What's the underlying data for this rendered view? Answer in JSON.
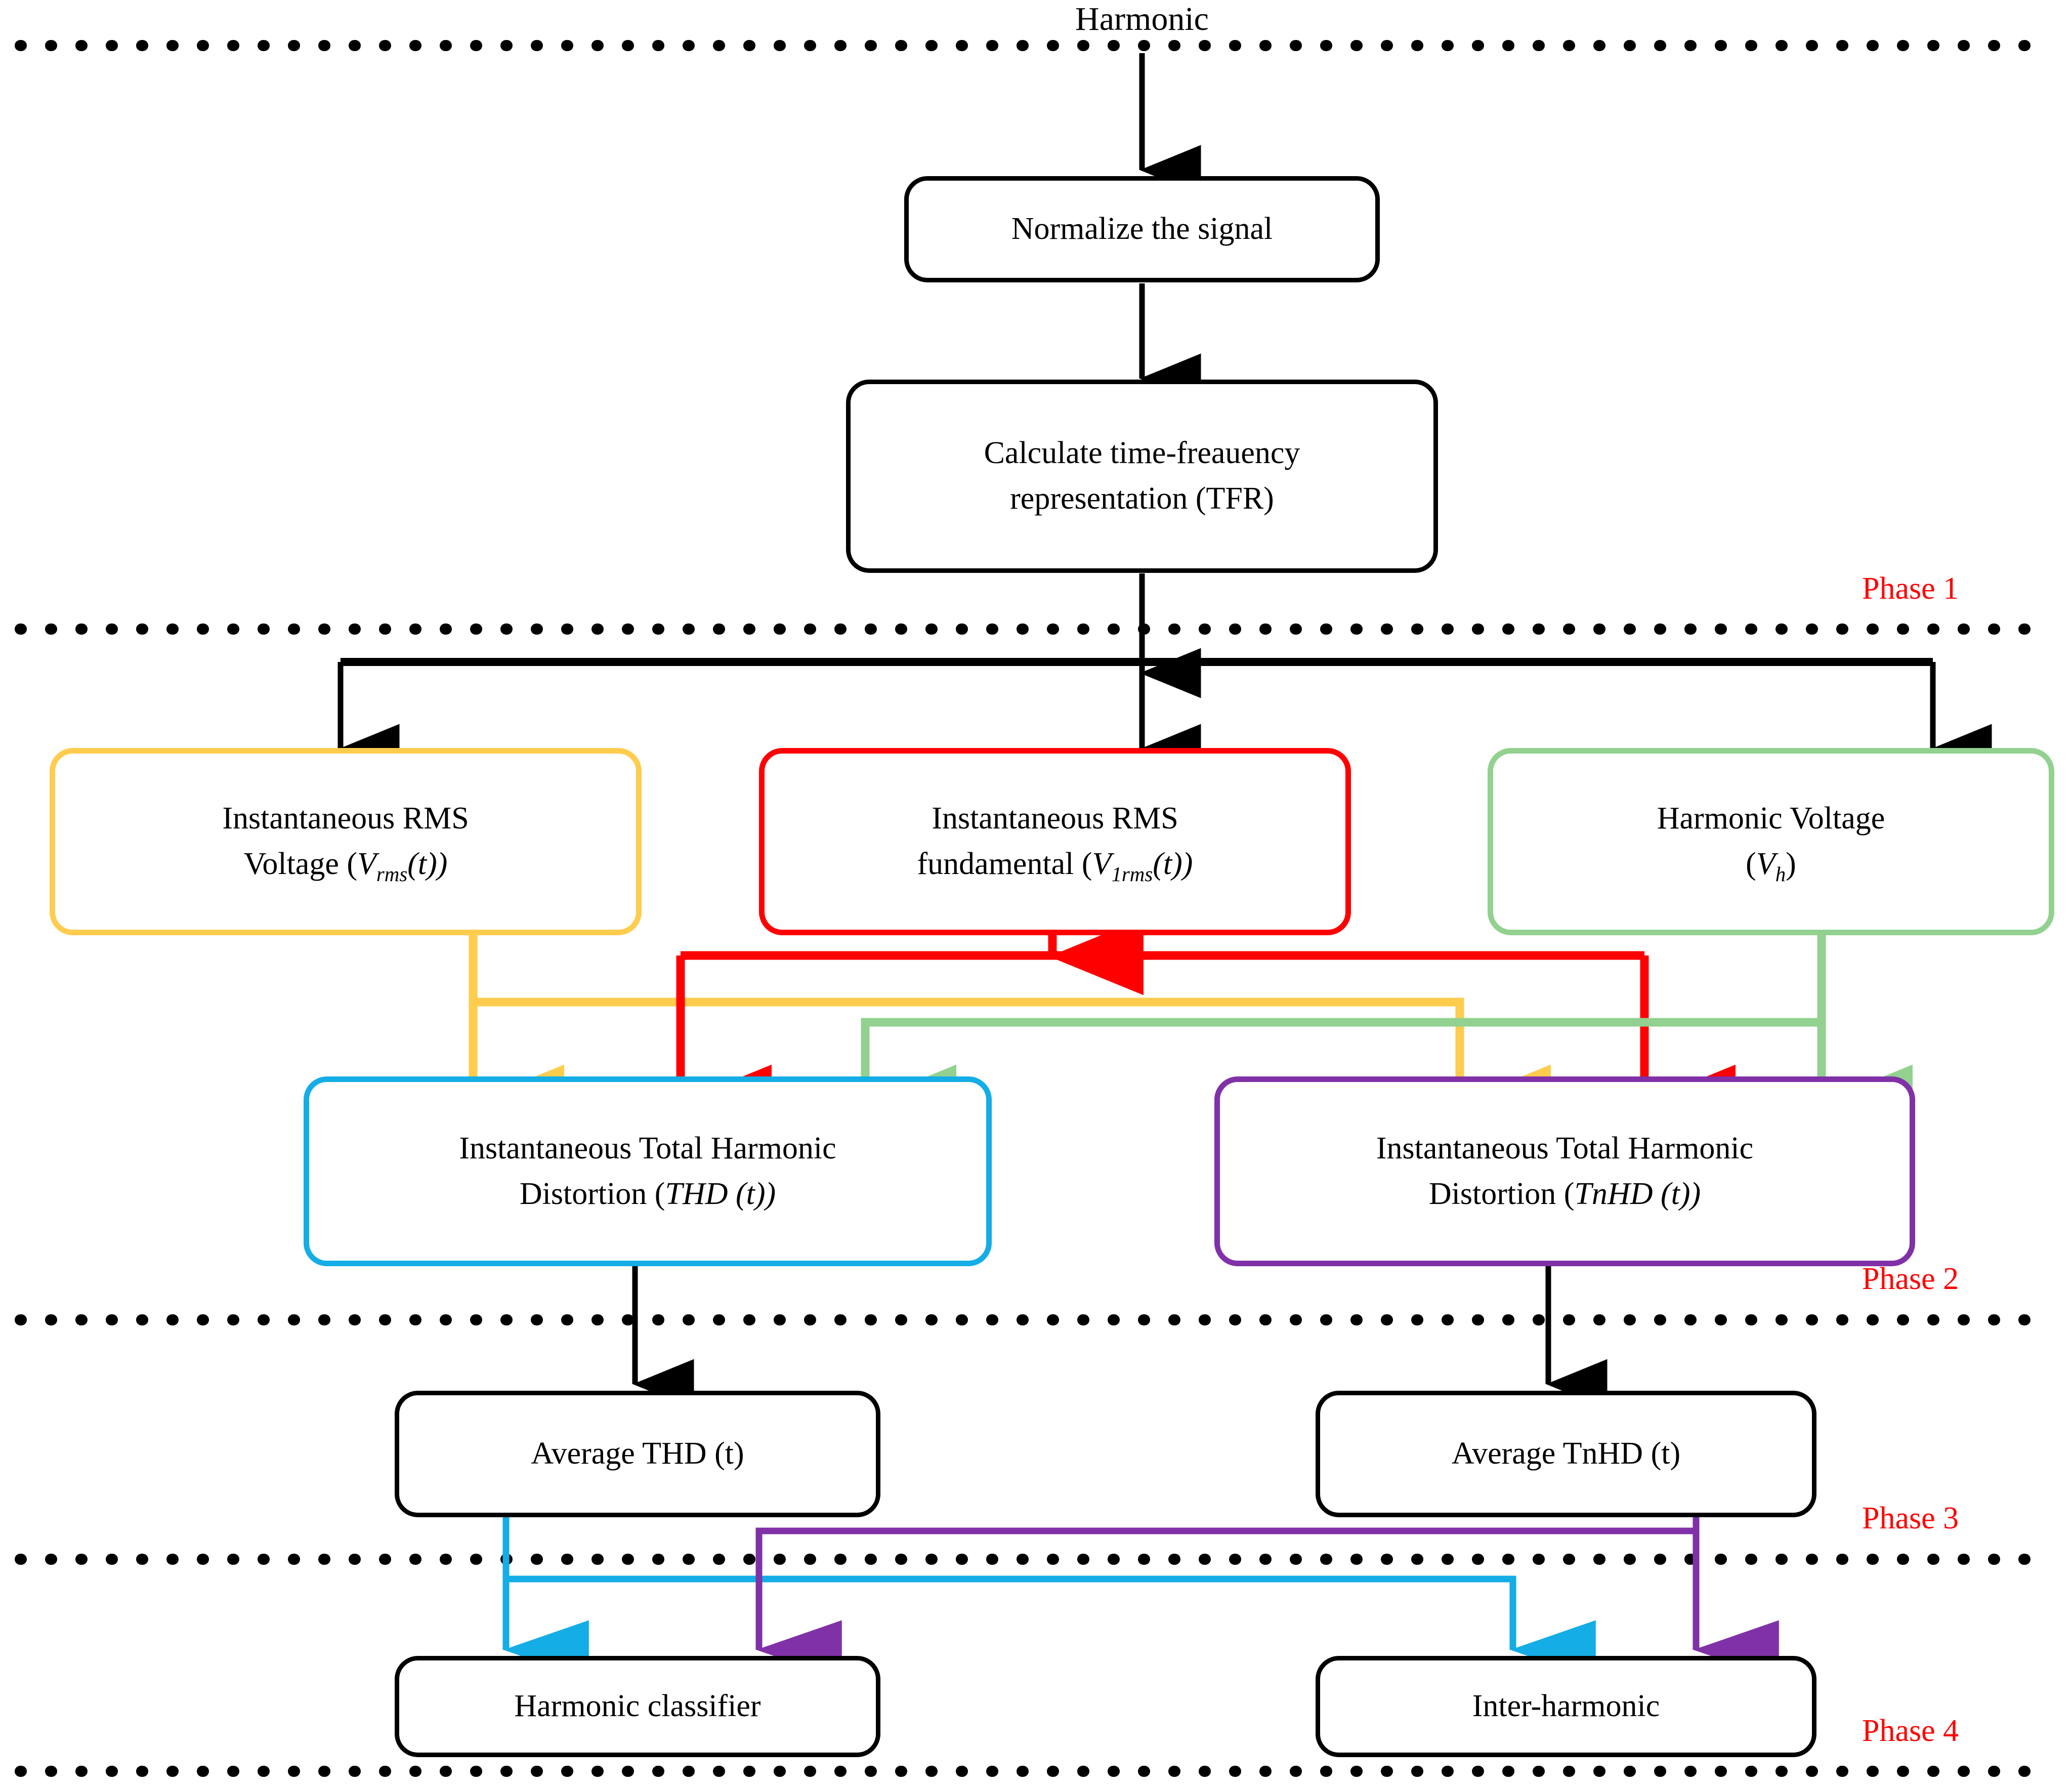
{
  "title": "Harmonic analysis phased flowchart",
  "colors": {
    "black": "#000000",
    "yellow": "#FFCC4D",
    "red": "#FF0000",
    "green": "#92D18F",
    "cyan": "#14ADE5",
    "purple": "#8031A7",
    "phase_label": "#FF0000"
  },
  "entry": {
    "label": "Harmonic"
  },
  "phase_labels": [
    {
      "id": "phase1",
      "label": "Phase 1"
    },
    {
      "id": "phase2",
      "label": "Phase 2"
    },
    {
      "id": "phase3",
      "label": "Phase 3"
    },
    {
      "id": "phase4",
      "label": "Phase 4"
    }
  ],
  "nodes": {
    "normalize": {
      "line1": "Normalize the signal",
      "line2": ""
    },
    "tfr": {
      "line1": "Calculate time-freauency",
      "line2": "representation (TFR)"
    },
    "vrms": {
      "line1": "Instantaneous RMS",
      "line2_a": "Voltage  (",
      "line2_v": "V",
      "line2_sub": "rms",
      "line2_b": "(t))"
    },
    "v1rms": {
      "line1": "Instantaneous RMS",
      "line2_a": "fundamental  (",
      "line2_v": "V",
      "line2_sub": "1rms",
      "line2_b": "(t))"
    },
    "vh": {
      "line1": "Harmonic Voltage",
      "line2_a": "(",
      "line2_v": "V",
      "line2_sub": "h",
      "line2_b": ")"
    },
    "thd": {
      "line1": "Instantaneous Total Harmonic",
      "line2_a": "Distortion    (",
      "line2_v": "THD",
      "line2_b": " (t))"
    },
    "tnhd": {
      "line1": "Instantaneous Total Harmonic",
      "line2_a": "Distortion    (",
      "line2_v": "TnHD",
      "line2_b": " (t))"
    },
    "avg_thd": {
      "line1": "Average THD (t)"
    },
    "avg_tnhd": {
      "line1": "Average TnHD (t)"
    },
    "harm_class": {
      "line1": "Harmonic classifier"
    },
    "interharm": {
      "line1": "Inter-harmonic"
    }
  },
  "chart_data": {
    "type": "table",
    "title": "Harmonic analysis phased flowchart",
    "phases": [
      {
        "name": "Phase 1",
        "nodes": [
          "Harmonic",
          "Normalize the signal",
          "Calculate time-freauency representation (TFR)"
        ]
      },
      {
        "name": "Phase 2",
        "nodes": [
          "Instantaneous RMS Voltage (Vrms(t))",
          "Instantaneous RMS fundamental (V1rms(t))",
          "Harmonic Voltage (Vh)",
          "Instantaneous Total Harmonic Distortion (THD(t))",
          "Instantaneous Total Harmonic Distortion (TnHD(t))"
        ]
      },
      {
        "name": "Phase 3",
        "nodes": [
          "Average THD (t)",
          "Average TnHD (t)"
        ]
      },
      {
        "name": "Phase 4",
        "nodes": [
          "Harmonic classifier",
          "Inter-harmonic"
        ]
      }
    ],
    "edges": [
      {
        "from": "Harmonic",
        "to": "Normalize the signal",
        "color": "#000000"
      },
      {
        "from": "Normalize the signal",
        "to": "Calculate time-freauency representation (TFR)",
        "color": "#000000"
      },
      {
        "from": "Calculate time-freauency representation (TFR)",
        "to": "Instantaneous RMS Voltage (Vrms(t))",
        "color": "#000000"
      },
      {
        "from": "Calculate time-freauency representation (TFR)",
        "to": "Instantaneous RMS fundamental (V1rms(t))",
        "color": "#000000"
      },
      {
        "from": "Calculate time-freauency representation (TFR)",
        "to": "Harmonic Voltage (Vh)",
        "color": "#000000"
      },
      {
        "from": "Instantaneous RMS Voltage (Vrms(t))",
        "to": "Instantaneous Total Harmonic Distortion (THD(t))",
        "color": "#FFCC4D"
      },
      {
        "from": "Instantaneous RMS Voltage (Vrms(t))",
        "to": "Instantaneous Total Harmonic Distortion (TnHD(t))",
        "color": "#FFCC4D"
      },
      {
        "from": "Instantaneous RMS fundamental (V1rms(t))",
        "to": "Instantaneous Total Harmonic Distortion (THD(t))",
        "color": "#FF0000"
      },
      {
        "from": "Instantaneous RMS fundamental (V1rms(t))",
        "to": "Instantaneous Total Harmonic Distortion (TnHD(t))",
        "color": "#FF0000"
      },
      {
        "from": "Harmonic Voltage (Vh)",
        "to": "Instantaneous Total Harmonic Distortion (THD(t))",
        "color": "#92D18F"
      },
      {
        "from": "Harmonic Voltage (Vh)",
        "to": "Instantaneous Total Harmonic Distortion (TnHD(t))",
        "color": "#92D18F"
      },
      {
        "from": "Instantaneous Total Harmonic Distortion (THD(t))",
        "to": "Average THD (t)",
        "color": "#000000"
      },
      {
        "from": "Instantaneous Total Harmonic Distortion (TnHD(t))",
        "to": "Average TnHD (t)",
        "color": "#000000"
      },
      {
        "from": "Average THD (t)",
        "to": "Harmonic classifier",
        "color": "#14ADE5"
      },
      {
        "from": "Average THD (t)",
        "to": "Inter-harmonic",
        "color": "#14ADE5"
      },
      {
        "from": "Average TnHD (t)",
        "to": "Harmonic classifier",
        "color": "#8031A7"
      },
      {
        "from": "Average TnHD (t)",
        "to": "Inter-harmonic",
        "color": "#8031A7"
      }
    ],
    "dividers": [
      "below Harmonic",
      "below Phase 1",
      "below Phase 2",
      "below Phase 3",
      "below Phase 4"
    ]
  }
}
